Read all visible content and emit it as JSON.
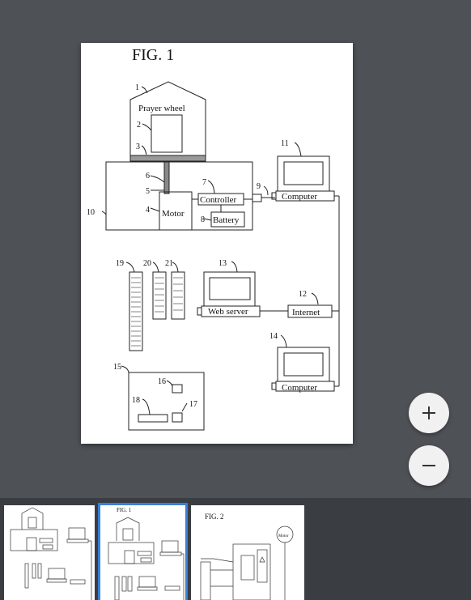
{
  "figure": {
    "title": "FIG. 1",
    "labels": {
      "prayer_wheel": "Prayer wheel",
      "controller": "Controller",
      "motor": "Motor",
      "battery": "Battery",
      "computer_top": "Computer",
      "web_server": "Web server",
      "internet": "Internet",
      "computer_bottom": "Computer"
    },
    "refs": [
      "1",
      "2",
      "3",
      "4",
      "5",
      "6",
      "7",
      "8",
      "9",
      "10",
      "11",
      "12",
      "13",
      "14",
      "15",
      "16",
      "17",
      "18",
      "19",
      "20",
      "21"
    ]
  },
  "thumbnails": [
    {
      "id": "page-1",
      "selected": false
    },
    {
      "id": "page-2",
      "title": "FIG. 1",
      "selected": true
    },
    {
      "id": "page-3",
      "title": "FIG. 2",
      "selected": false,
      "label": "Motor"
    }
  ],
  "colors": {
    "viewer_bg": "#4e5257",
    "strip_bg": "#3a3d41",
    "selection": "#3b7fd9"
  },
  "icons": {
    "zoom_in": "plus-icon",
    "zoom_out": "minus-icon"
  }
}
